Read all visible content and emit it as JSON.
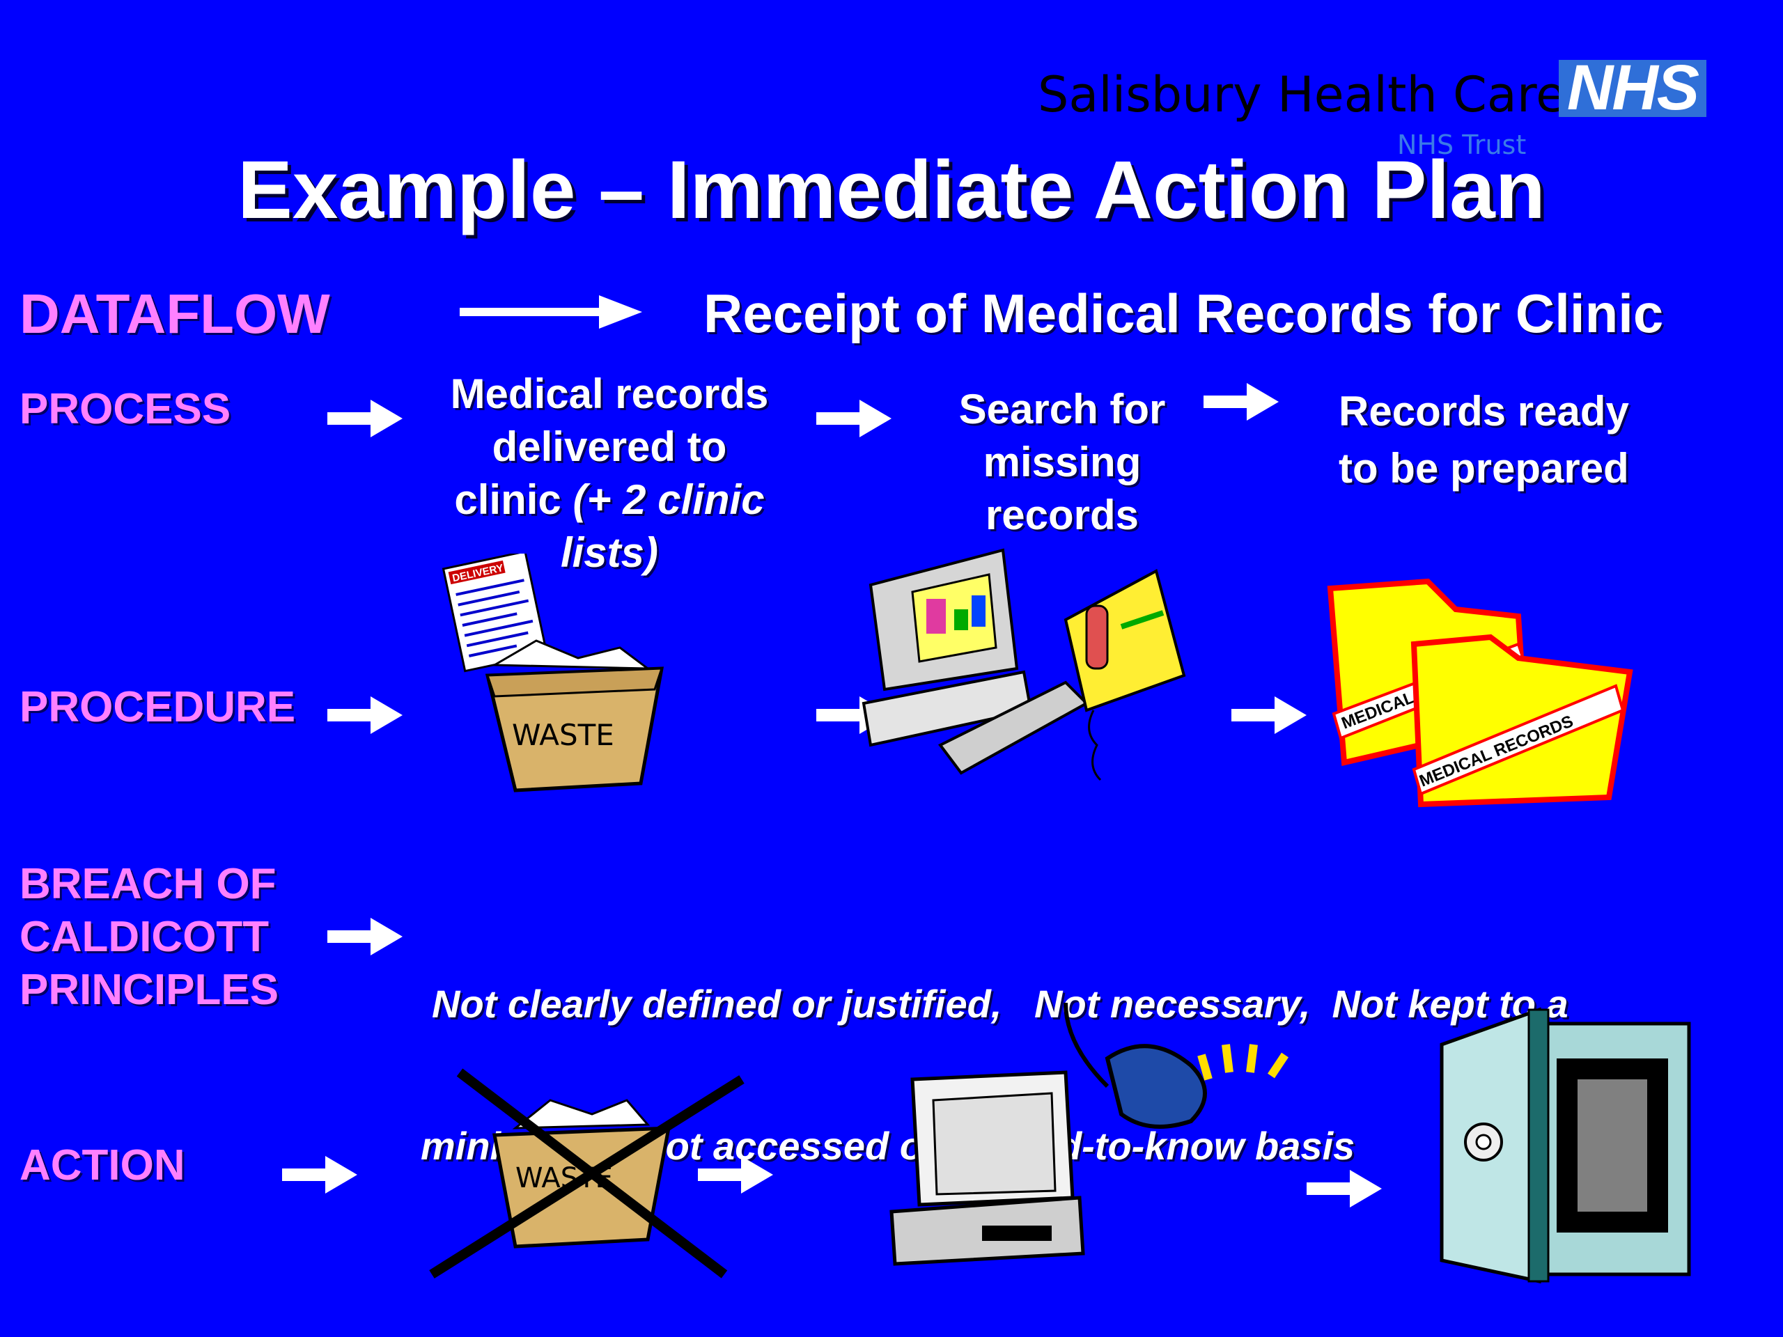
{
  "header": {
    "org_name": "Salisbury Health Care",
    "nhs_logo_text": "NHS",
    "nhs_trust_text": "NHS Trust"
  },
  "title": "Example – Immediate Action Plan",
  "dataflow": {
    "label": "DATAFLOW",
    "value": "Receipt of Medical Records for Clinic"
  },
  "rows": {
    "process": {
      "label": "PROCESS"
    },
    "procedure": {
      "label": "PROCEDURE"
    },
    "breach": {
      "label_line1": "BREACH OF",
      "label_line2": "CALDICOTT",
      "label_line3": "PRINCIPLES",
      "text_line1": "Not clearly defined or justified,   Not necessary,  Not kept to a",
      "text_line2": "minimum,   Not accessed on a need-to-know basis"
    },
    "action": {
      "label": "ACTION"
    }
  },
  "process_steps": {
    "step1_line1": "Medical records",
    "step1_line2": "delivered to",
    "step1_line3_plain": "clinic ",
    "step1_line3_italic": "(+ 2 clinic",
    "step1_line4_italic": "lists)",
    "step2_line1": "Search for",
    "step2_line2": "missing",
    "step2_line3": "records",
    "step3_line1": "Records ready",
    "step3_line2": "to be prepared"
  },
  "clipart": {
    "waste_text": "WASTE",
    "delivery_text": "DELIVERY",
    "folder_text": "MEDICAL RECORDS",
    "folder_back_text": "MEDICAL"
  },
  "colors": {
    "background": "#0000ff",
    "label_pink": "#ff80ff",
    "nhs_blue": "#2f6fd8"
  }
}
